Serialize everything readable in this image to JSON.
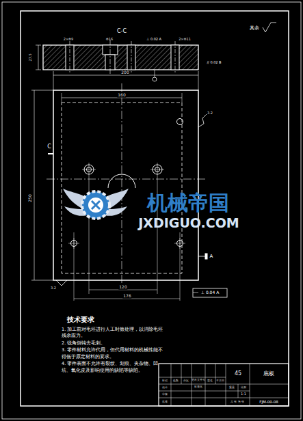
{
  "diagram": {
    "labels": [
      "C-C",
      "其余",
      "2×Φ9",
      "Φ16",
      "⊥ 0.02 A",
      "2×Φ11",
      "27.5",
      "// 0.02 B",
      "200",
      "160",
      "C",
      "250",
      "3.2",
      "3.2",
      "A",
      "120",
      "176",
      "⊥ 0.04 A",
      "技术要求",
      "1. 加工前对毛坯进行人工时效处理，以消除毛坯残余应力。",
      "2. 锐角倒钝去毛刺。",
      "3. 零件材料允许代用，但代用材料的机械性能不得低于原定材料的要求。",
      "4. 零件表面不允许有裂纹、划痕、夹杂物、凹坑、氧化皮及影响使用的缺陷等缺陷。",
      "45",
      "底板",
      "FJM-00-08",
      "标记",
      "处数",
      "分区",
      "更改文件号",
      "签名",
      "年月日",
      "设计",
      "标准化",
      "审核",
      "批准",
      "重量",
      "比例",
      "1:1",
      "共 张 第 张",
      "机械帝国",
      "JXDIGUO.COM"
    ]
  }
}
